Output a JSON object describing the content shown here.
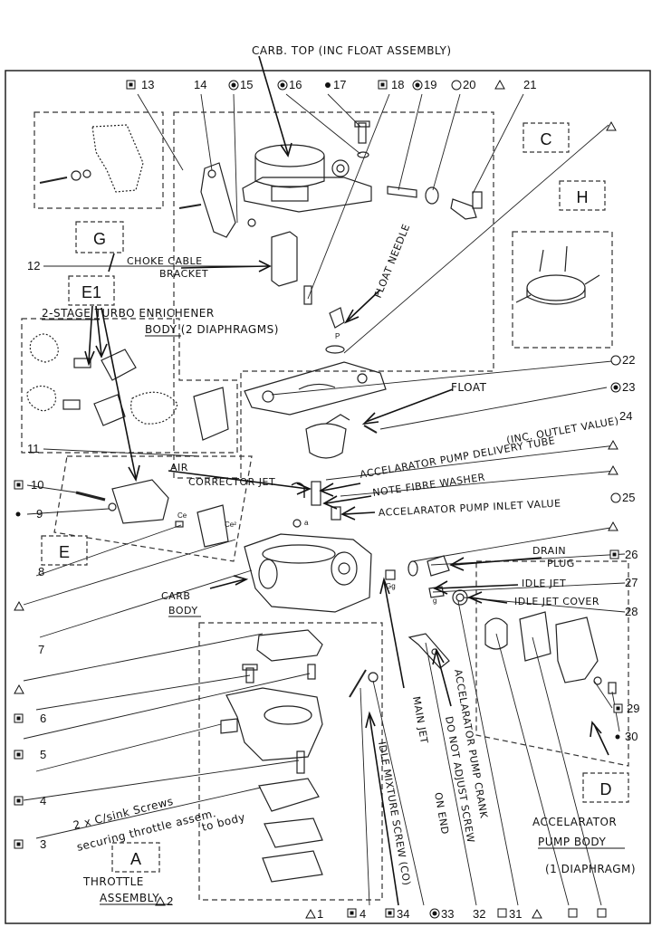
{
  "callouts": {
    "n1": "1",
    "n2": "2",
    "n3": "3",
    "n4": "4",
    "n5": "5",
    "n6": "6",
    "n7": "7",
    "n8": "8",
    "n9": "9",
    "n10": "10",
    "n11": "11",
    "n12": "12",
    "n13": "13",
    "n14": "14",
    "n15": "15",
    "n16": "16",
    "n17": "17",
    "n18": "18",
    "n19": "19",
    "n20": "20",
    "n21": "21",
    "n22": "22",
    "n23": "23",
    "n24": "24",
    "n25": "25",
    "n26": "26",
    "n27": "27",
    "n28": "28",
    "n29": "29",
    "n30": "30",
    "n31": "31",
    "n32": "32",
    "n33": "33",
    "n34": "34",
    "n4b": "4"
  },
  "boxes": {
    "A": "A",
    "C": "C",
    "D": "D",
    "E": "E",
    "E1": "E1",
    "G": "G",
    "H": "H"
  },
  "part_marks": {
    "p": "P",
    "a": "a",
    "g": "g",
    "gg": "Gg",
    "ce": "Ce",
    "ce2": "Ce²"
  },
  "notes": {
    "carb_top": "CARB. TOP (INC FLOAT ASSEMBLY)",
    "choke_bracket_1": "CHOKE CABLE",
    "choke_bracket_2": "BRACKET",
    "enrichener_1": "2-STAGE TURBO ENRICHENER",
    "enrichener_2": "BODY (2 DIAPHRAGMS)",
    "float_needle": "FLOAT NEEDLE",
    "float": "FLOAT",
    "pump_delivery_1": "ACCELARATOR PUMP DELIVERY TUBE",
    "pump_delivery_2": "(INC. OUTLET VALUE)",
    "air_corrector_1": "AIR",
    "air_corrector_2": "CORRECTOR JET",
    "fibre_washer": "NOTE FIBRE WASHER",
    "pump_inlet": "ACCELARATOR PUMP INLET VALUE",
    "drain_plug_1": "DRAIN",
    "drain_plug_2": "PLUG",
    "idle_jet": "IDLE JET",
    "idle_jet_cover": "IDLE JET COVER",
    "carb_body_1": "CARB",
    "carb_body_2": "BODY",
    "main_jet": "MAIN JET",
    "pump_crank_1": "ACCELARATOR PUMP CRANK",
    "pump_crank_2": "DO NOT ADJUST SCREW",
    "pump_crank_3": "ON END",
    "idle_mixture": "IDLE MIXTURE SCREW (CO)",
    "csink_1": "2 x C/sink Screws",
    "csink_2": "securing throttle assem.",
    "csink_3": "to body",
    "throttle_1": "THROTTLE",
    "throttle_2": "ASSEMBLY",
    "pump_body_1": "ACCELARATOR",
    "pump_body_2": "PUMP BODY",
    "pump_body_3": "(1 DIAPHRAGM)"
  }
}
